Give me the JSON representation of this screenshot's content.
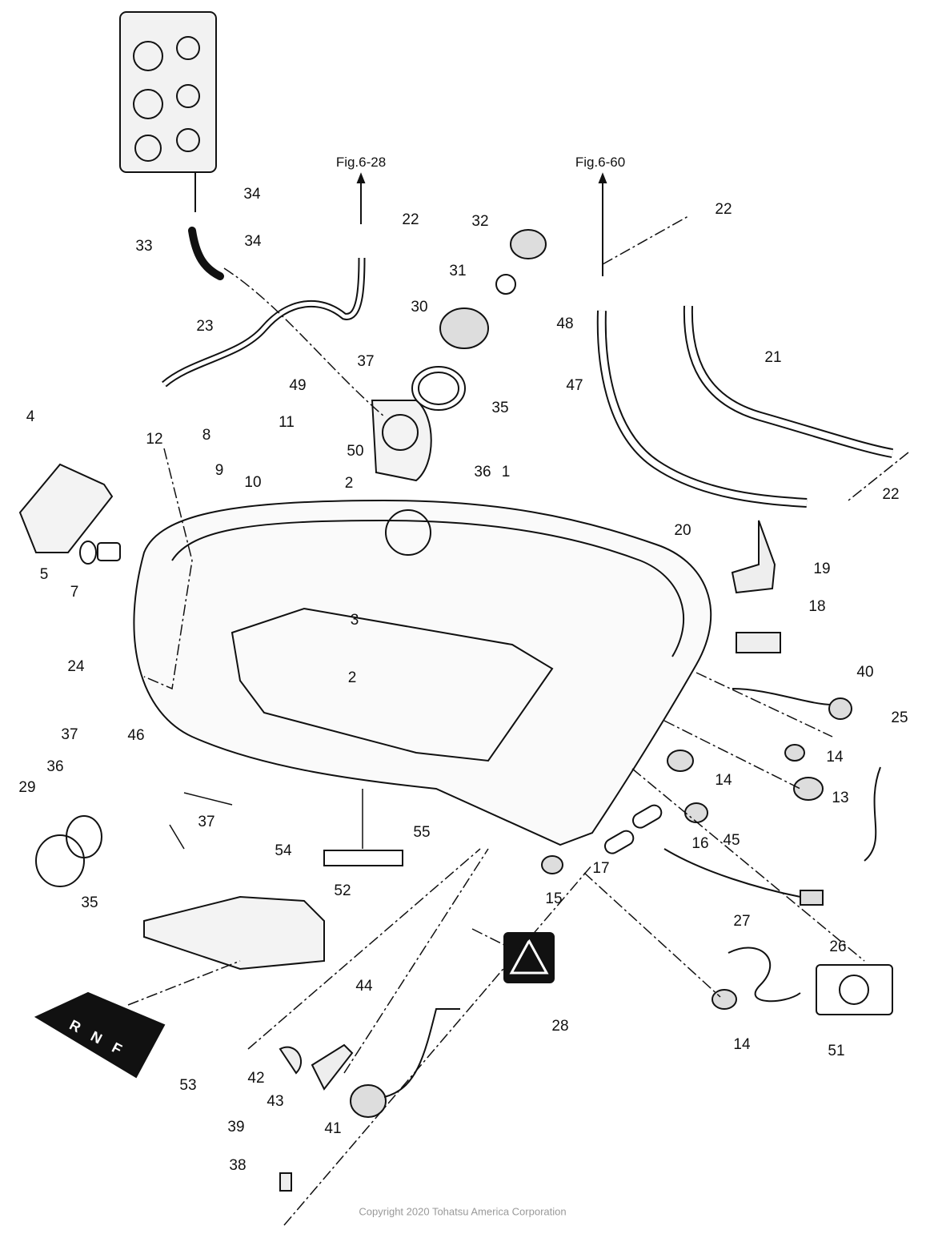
{
  "figure_refs": [
    "Fig.6-28",
    "Fig.6-60"
  ],
  "callouts": [
    "34",
    "34",
    "33",
    "22",
    "32",
    "22",
    "31",
    "30",
    "48",
    "23",
    "37",
    "21",
    "47",
    "49",
    "35",
    "4",
    "8",
    "11",
    "12",
    "50",
    "9",
    "10",
    "36",
    "2",
    "1",
    "22",
    "20",
    "5",
    "7",
    "19",
    "18",
    "3",
    "2",
    "24",
    "40",
    "25",
    "37",
    "46",
    "36",
    "29",
    "14",
    "14",
    "13",
    "37",
    "55",
    "16",
    "45",
    "54",
    "17",
    "15",
    "35",
    "52",
    "27",
    "26",
    "28",
    "44",
    "14",
    "51",
    "53",
    "42",
    "43",
    "41",
    "39",
    "38"
  ],
  "decal_53_letters": "R N F",
  "copyright": "Copyright 2020 Tohatsu America Corporation"
}
